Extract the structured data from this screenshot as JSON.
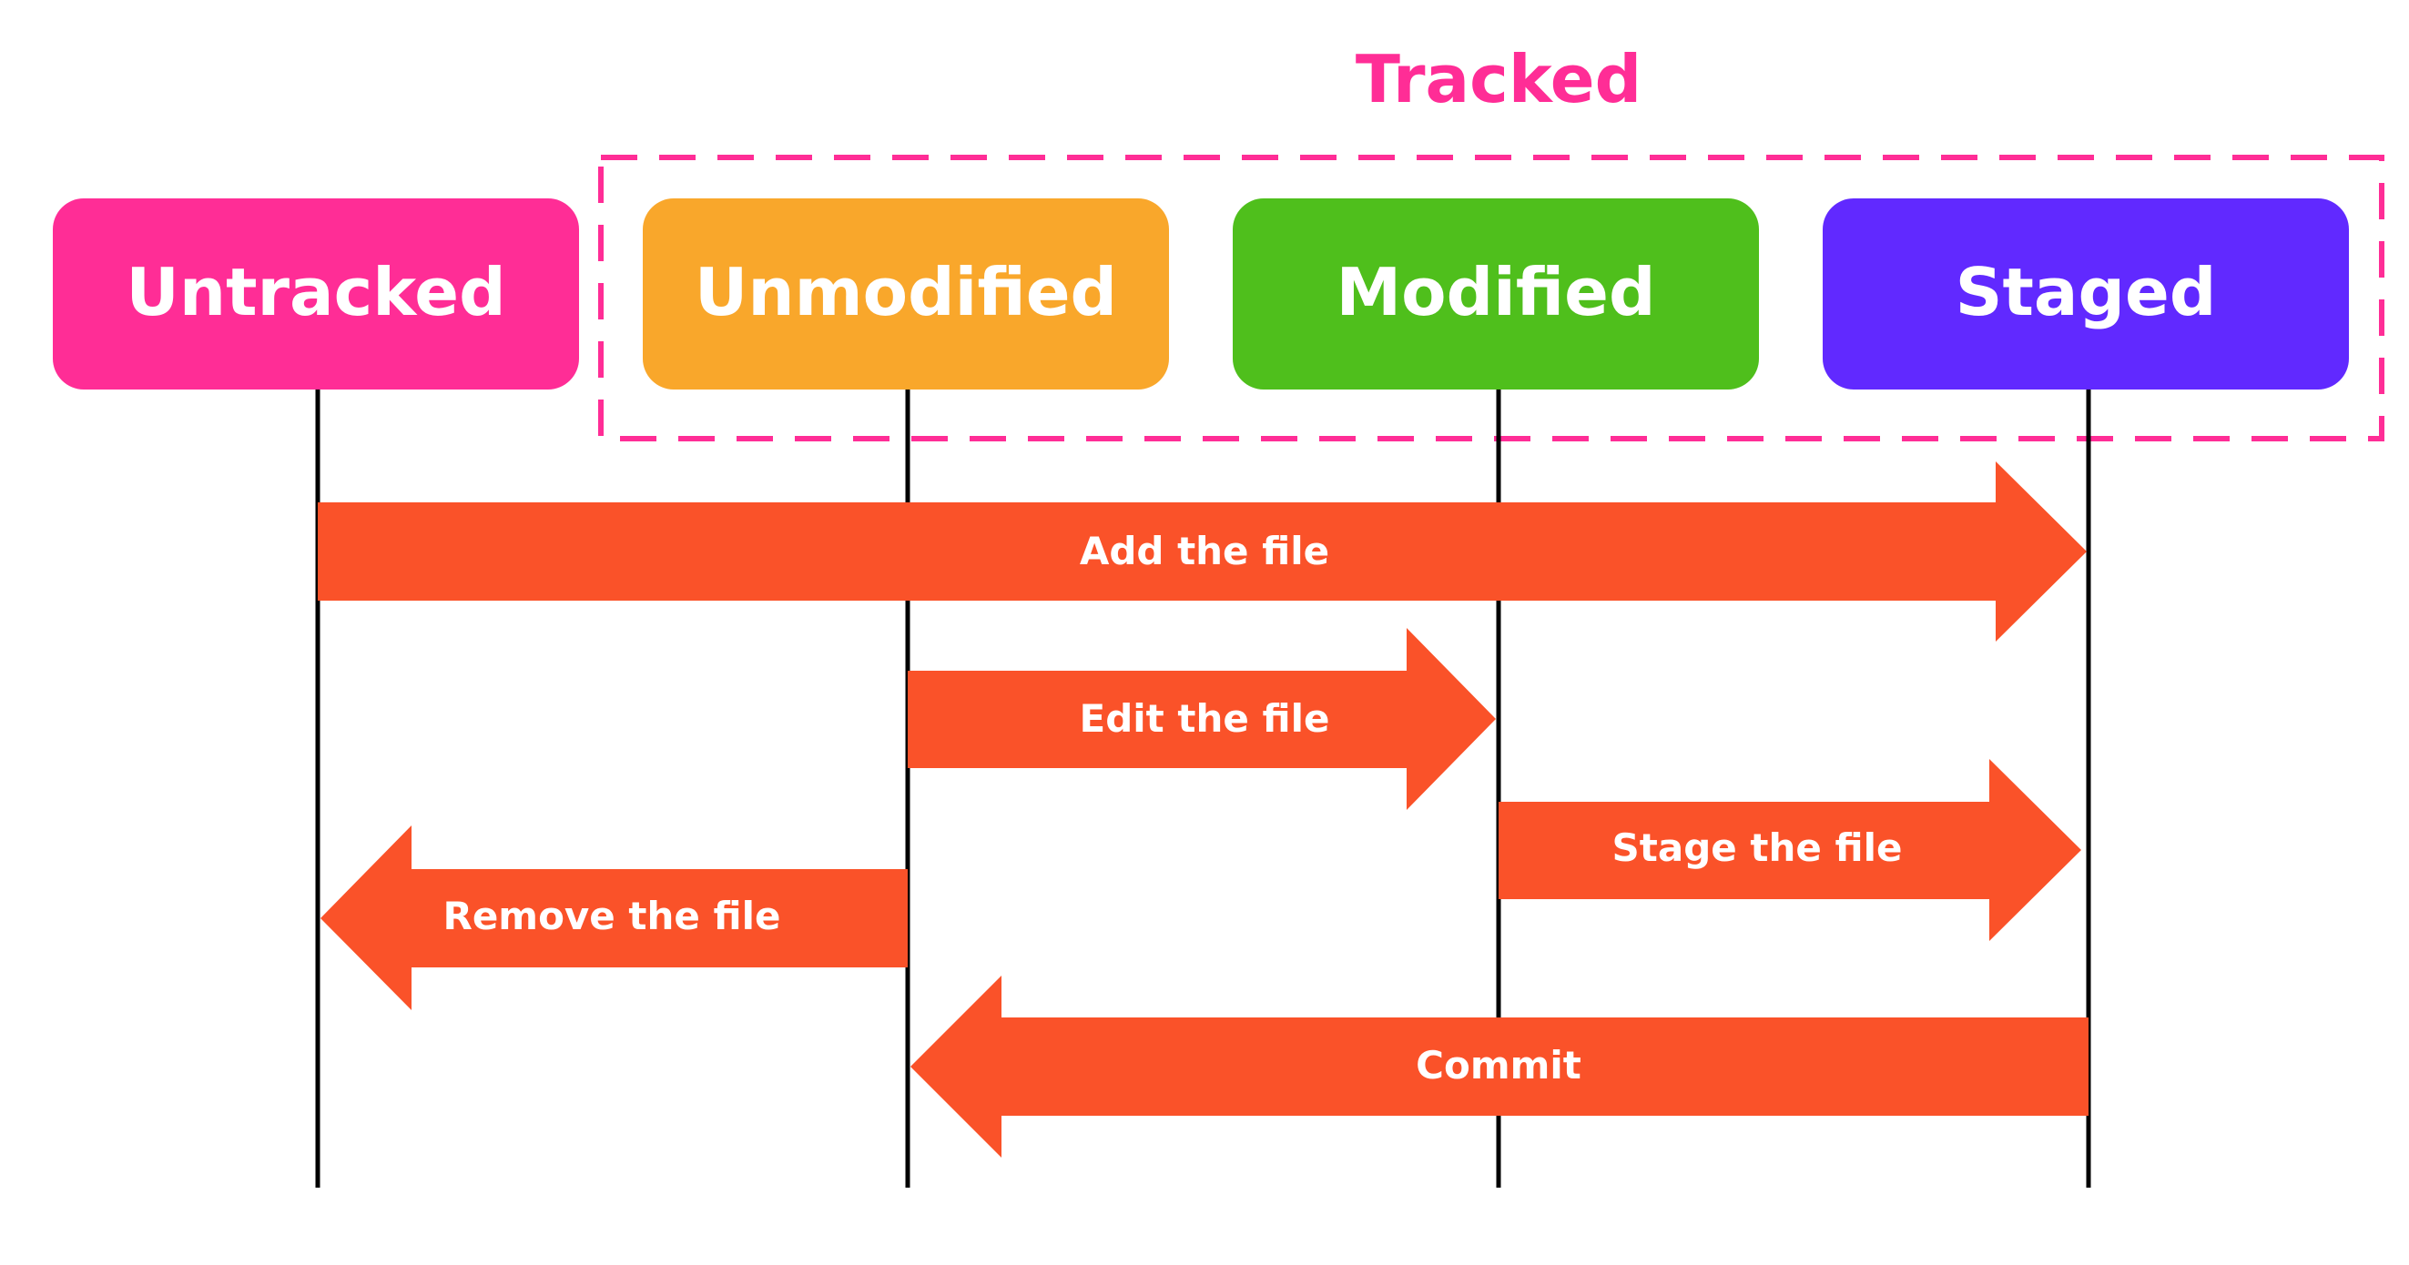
{
  "diagram": {
    "group": {
      "label": "Tracked",
      "color": "#ff2d96"
    },
    "states": [
      {
        "label": "Untracked",
        "color": "#ff2d96"
      },
      {
        "label": "Unmodified",
        "color": "#f9a72b"
      },
      {
        "label": "Modified",
        "color": "#4fbf1c"
      },
      {
        "label": "Staged",
        "color": "#6129ff"
      }
    ],
    "transitions": [
      {
        "label": "Add the file",
        "from": "Untracked",
        "to": "Staged"
      },
      {
        "label": "Edit the file",
        "from": "Unmodified",
        "to": "Modified"
      },
      {
        "label": "Stage the file",
        "from": "Modified",
        "to": "Staged"
      },
      {
        "label": "Remove the file",
        "from": "Unmodified",
        "to": "Untracked"
      },
      {
        "label": "Commit",
        "from": "Staged",
        "to": "Unmodified"
      }
    ],
    "arrow_color": "#fa5229",
    "line_color": "#000000"
  }
}
